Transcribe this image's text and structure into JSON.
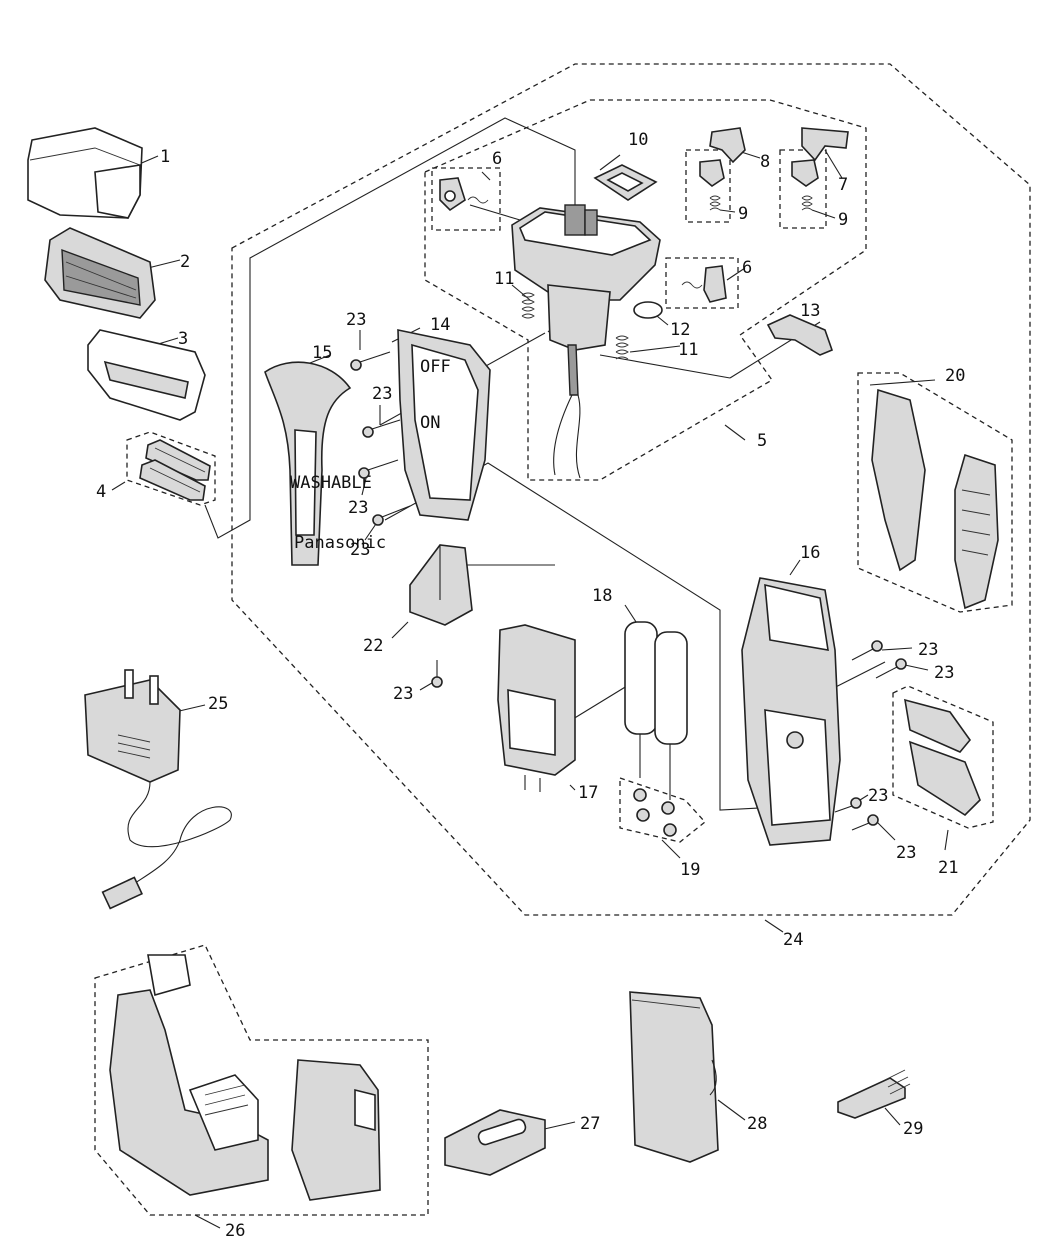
{
  "callouts": [
    {
      "id": "1",
      "text": "1"
    },
    {
      "id": "2",
      "text": "2"
    },
    {
      "id": "3",
      "text": "3"
    },
    {
      "id": "4",
      "text": "4"
    },
    {
      "id": "5",
      "text": "5"
    },
    {
      "id": "6a",
      "text": "6"
    },
    {
      "id": "6b",
      "text": "6"
    },
    {
      "id": "7",
      "text": "7"
    },
    {
      "id": "8",
      "text": "8"
    },
    {
      "id": "9a",
      "text": "9"
    },
    {
      "id": "9b",
      "text": "9"
    },
    {
      "id": "10",
      "text": "10"
    },
    {
      "id": "11a",
      "text": "11"
    },
    {
      "id": "11b",
      "text": "11"
    },
    {
      "id": "12",
      "text": "12"
    },
    {
      "id": "13",
      "text": "13"
    },
    {
      "id": "14",
      "text": "14"
    },
    {
      "id": "15",
      "text": "15"
    },
    {
      "id": "16",
      "text": "16"
    },
    {
      "id": "17",
      "text": "17"
    },
    {
      "id": "18",
      "text": "18"
    },
    {
      "id": "19",
      "text": "19"
    },
    {
      "id": "20",
      "text": "20"
    },
    {
      "id": "21",
      "text": "21"
    },
    {
      "id": "22",
      "text": "22"
    },
    {
      "id": "23a",
      "text": "23"
    },
    {
      "id": "23b",
      "text": "23"
    },
    {
      "id": "23c",
      "text": "23"
    },
    {
      "id": "23d",
      "text": "23"
    },
    {
      "id": "23e",
      "text": "23"
    },
    {
      "id": "23f",
      "text": "23"
    },
    {
      "id": "23g",
      "text": "23"
    },
    {
      "id": "23h",
      "text": "23"
    },
    {
      "id": "23i",
      "text": "23"
    },
    {
      "id": "24",
      "text": "24"
    },
    {
      "id": "25",
      "text": "25"
    },
    {
      "id": "26",
      "text": "26"
    },
    {
      "id": "27",
      "text": "27"
    },
    {
      "id": "28",
      "text": "28"
    },
    {
      "id": "29",
      "text": "29"
    }
  ],
  "printed_marks": {
    "washable": "WASHABLE",
    "brand": "Panasonic",
    "off": "OFF",
    "on": "ON"
  }
}
